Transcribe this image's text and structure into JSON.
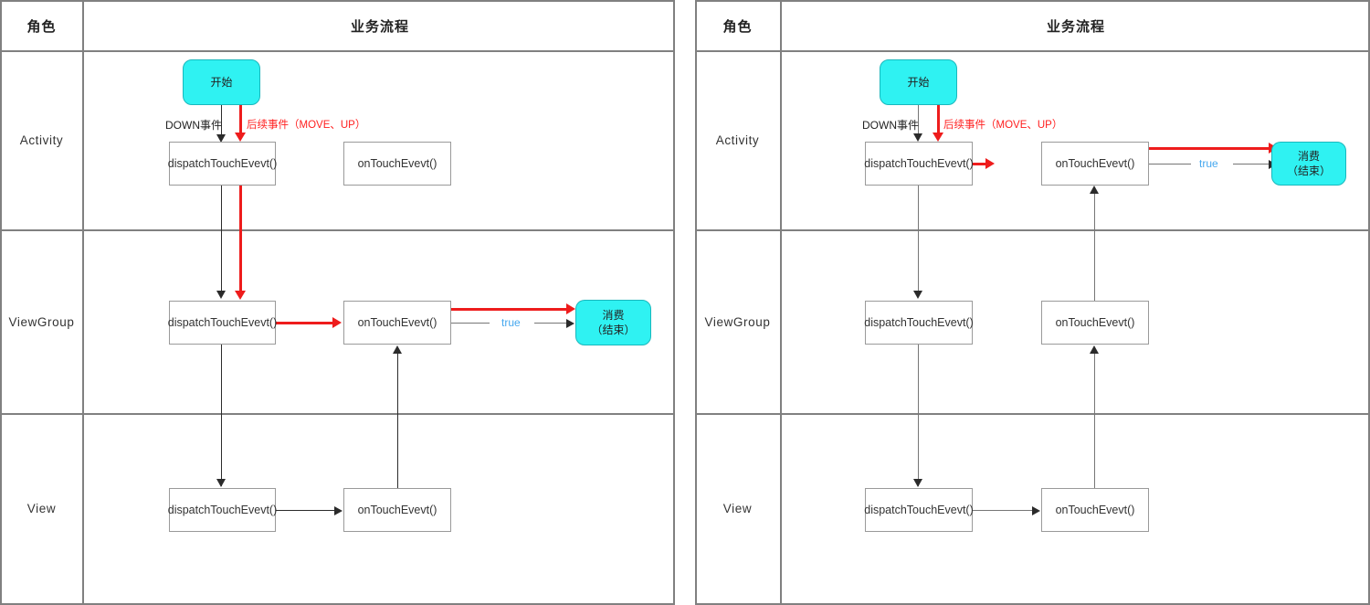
{
  "meta": {
    "colors": {
      "terminal_fill": "#2ff2f2",
      "terminal_border": "#19b8bd",
      "red_flow": "#ee1c1c",
      "red_text": "#ff2020",
      "blue_text": "#46a8ef",
      "grid_line": "#808080",
      "box_border": "#9a9a9a",
      "arrow_black": "#2b2b2b",
      "arrow_gray": "#767676"
    }
  },
  "panels": [
    {
      "id": "left",
      "header": {
        "role": "角色",
        "flow": "业务流程"
      },
      "rows": [
        {
          "label": "Activity"
        },
        {
          "label": "ViewGroup"
        },
        {
          "label": "View"
        }
      ],
      "nodes": {
        "start": "开始",
        "activity_dispatch": "dispatchTouchEvevt()",
        "activity_ontouch": "onTouchEvevt()",
        "viewgroup_dispatch": "dispatchTouchEvevt()",
        "viewgroup_ontouch": "onTouchEvevt()",
        "view_dispatch": "dispatchTouchEvevt()",
        "view_ontouch": "onTouchEvevt()",
        "consume_line1": "消费",
        "consume_line2": "（结束）"
      },
      "labels": {
        "down_event": "DOWN事件",
        "follow_event": "后续事件（MOVE、UP）",
        "true_label": "true"
      }
    },
    {
      "id": "right",
      "header": {
        "role": "角色",
        "flow": "业务流程"
      },
      "rows": [
        {
          "label": "Activity"
        },
        {
          "label": "ViewGroup"
        },
        {
          "label": "View"
        }
      ],
      "nodes": {
        "start": "开始",
        "activity_dispatch": "dispatchTouchEvevt()",
        "activity_ontouch": "onTouchEvevt()",
        "viewgroup_dispatch": "dispatchTouchEvevt()",
        "viewgroup_ontouch": "onTouchEvevt()",
        "view_dispatch": "dispatchTouchEvevt()",
        "view_ontouch": "onTouchEvevt()",
        "consume_line1": "消费",
        "consume_line2": "（结束）"
      },
      "labels": {
        "down_event": "DOWN事件",
        "follow_event": "后续事件（MOVE、UP）",
        "true_label": "true"
      }
    }
  ]
}
